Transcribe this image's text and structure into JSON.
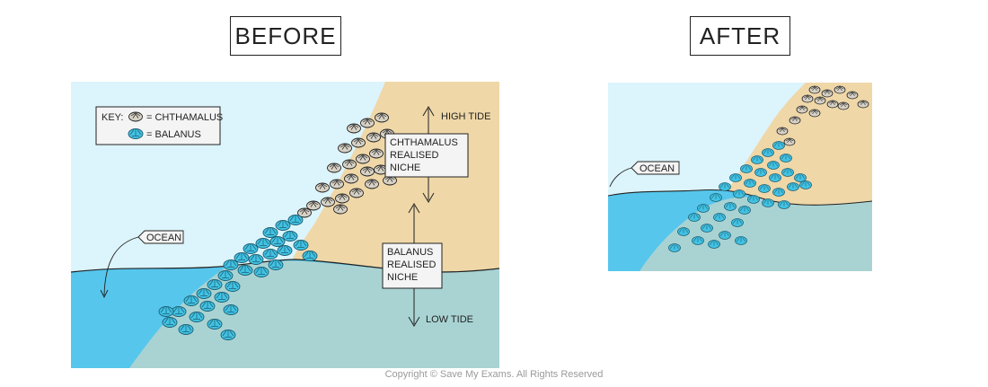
{
  "before": {
    "title": "BEFORE",
    "key": {
      "heading": "KEY:",
      "chthamalus": "= CHTHAMALUS",
      "balanus": "= BALANUS"
    },
    "ocean_label": "OCEAN",
    "high_tide": "HIGH TIDE",
    "low_tide": "LOW TIDE",
    "chthamalus_niche": [
      "CHTHAMALUS",
      "REALISED",
      "NICHE"
    ],
    "balanus_niche": [
      "BALANUS",
      "REALISED",
      "NICHE"
    ]
  },
  "after": {
    "title": "AFTER",
    "ocean_label": "OCEAN"
  },
  "colors": {
    "sky": "#dcf4fb",
    "rock": "#efd7a8",
    "water_surface": "#56c6ec",
    "water_deep": "#a9d3d3",
    "balanus": "#42c2e3",
    "chthamalus": "#d8d2c6",
    "outline": "#222222"
  },
  "footer": {
    "copyright": "Copyright © Save My Exams. All Rights Reserved"
  }
}
